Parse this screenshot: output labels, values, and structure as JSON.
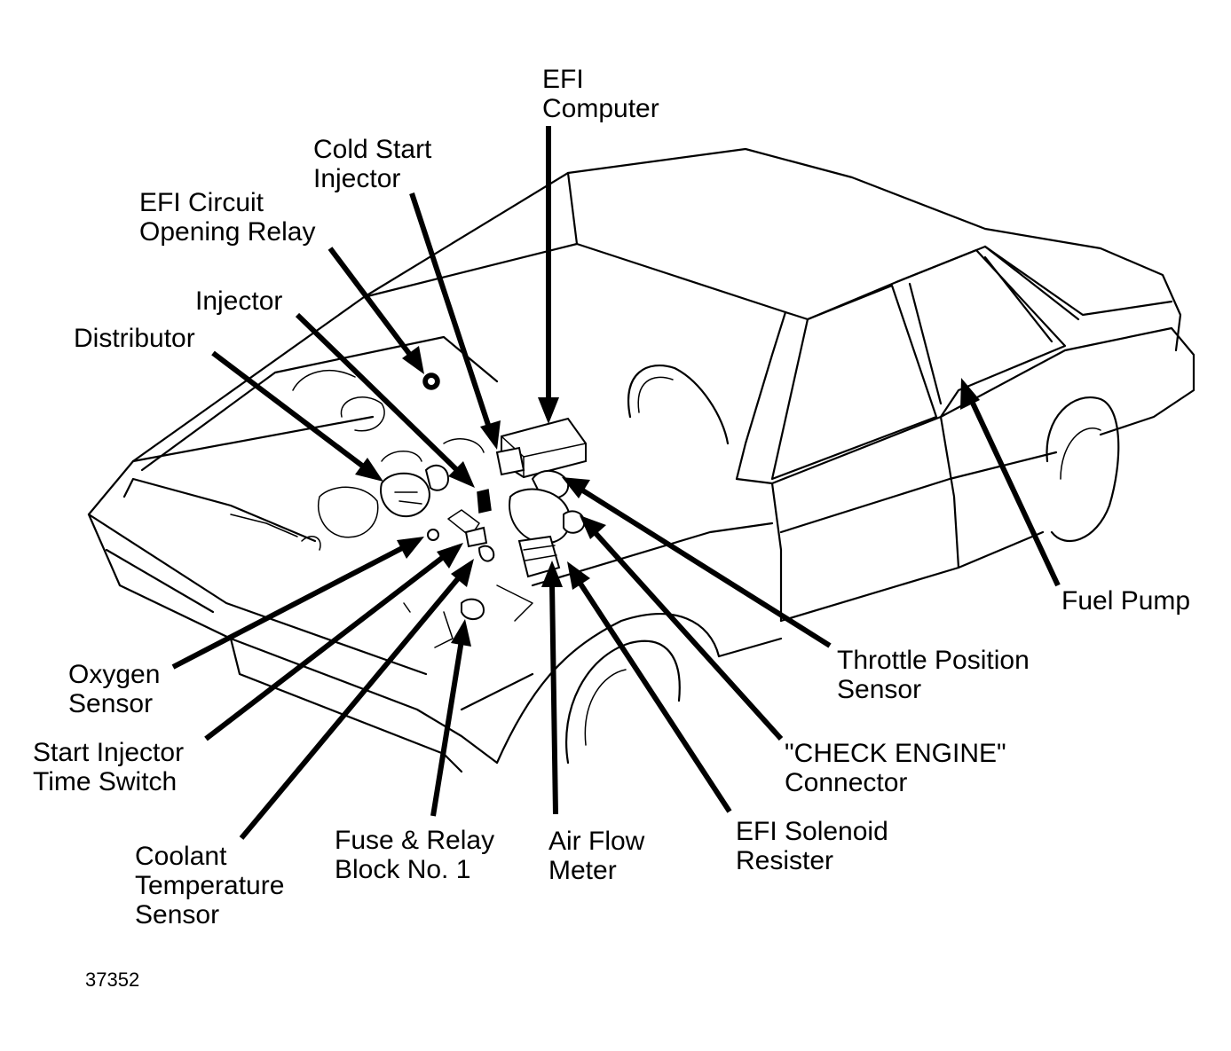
{
  "figure": {
    "number": "37352"
  },
  "callouts": {
    "efi_computer": [
      "EFI",
      "Computer"
    ],
    "cold_start_injector": [
      "Cold Start",
      "Injector"
    ],
    "efi_circuit_opening_relay": [
      "EFI Circuit",
      "Opening Relay"
    ],
    "injector": [
      "Injector"
    ],
    "distributor": [
      "Distributor"
    ],
    "fuel_pump": [
      "Fuel Pump"
    ],
    "throttle_position_sensor": [
      "Throttle Position",
      "Sensor"
    ],
    "check_engine_connector": [
      "\"CHECK ENGINE\"",
      "Connector"
    ],
    "efi_solenoid_resister": [
      "EFI Solenoid",
      "Resister"
    ],
    "air_flow_meter": [
      "Air Flow",
      "Meter"
    ],
    "fuse_relay_block": [
      "Fuse & Relay",
      "Block No. 1"
    ],
    "coolant_temperature_sensor": [
      "Coolant",
      "Temperature",
      "Sensor"
    ],
    "start_injector_time_switch": [
      "Start Injector",
      "Time Switch"
    ],
    "oxygen_sensor": [
      "Oxygen",
      "Sensor"
    ]
  },
  "colors": {
    "ink": "#000000",
    "paper": "#ffffff"
  }
}
